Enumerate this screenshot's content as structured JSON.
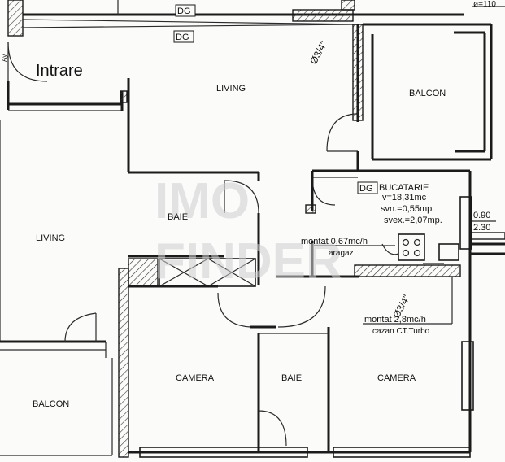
{
  "labels": {
    "intrare": "Intrare",
    "living_main": "LIVING",
    "living_left": "LIVING",
    "balcon_right": "BALCON",
    "balcon_left": "BALCON",
    "baie_upper": "BAIE",
    "baie_lower": "BAIE",
    "camera_left": "CAMERA",
    "camera_right": "CAMERA",
    "bucatarie": "BUCATARIE"
  },
  "annotations": {
    "dg_top": "DG",
    "dg_mid": "DG",
    "dg_kitchen": "DG",
    "pipe_top": "Ø3/4\"",
    "pipe_mid": "Ø3/4\"",
    "diameter_top_right": "ø=110",
    "kitchen_volume": "v=18,31mc",
    "kitchen_svn": "svn.=0,55mp.",
    "kitchen_svex": "svex.=2,07mp.",
    "montat_gas": "montat 0,67mc/h",
    "aragaz": "aragaz",
    "montat_boiler": "montat 2,8mc/h",
    "cazan": "cazan CT.Turbo",
    "dim_upper": "0.90",
    "dim_lower": "2.30",
    "side_tag": "Ay"
  },
  "watermark": {
    "line1": "IMO",
    "line2": "FINDER"
  }
}
